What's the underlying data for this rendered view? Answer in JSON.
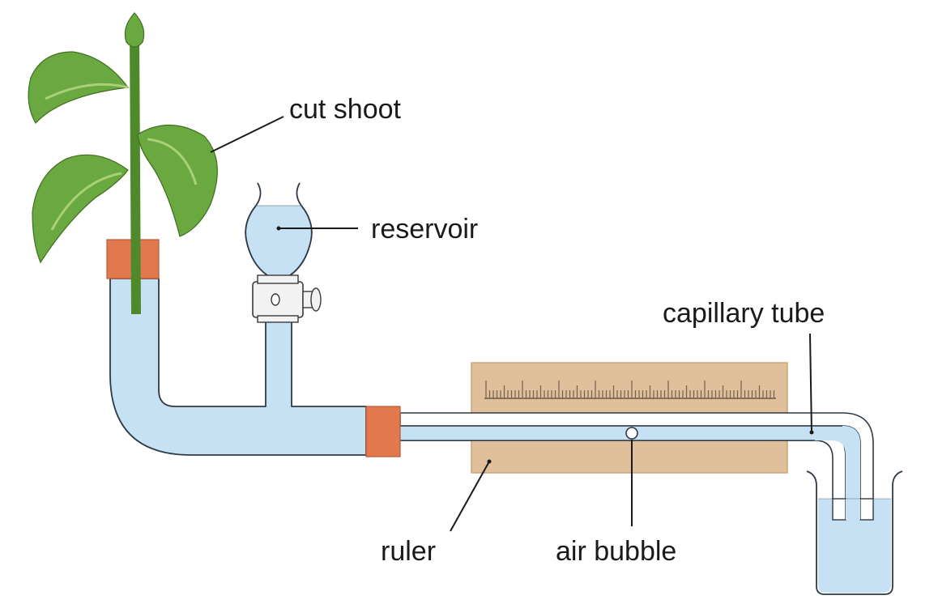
{
  "labels": {
    "cut_shoot": "cut shoot",
    "reservoir": "reservoir",
    "capillary_tube": "capillary tube",
    "ruler": "ruler",
    "air_bubble": "air bubble"
  },
  "colors": {
    "water": "#c5e1f3",
    "outline": "#2f3a46",
    "bung": "#e2794e",
    "ruler": "#e0c09b",
    "leaf": "#6aa840",
    "stem": "#4e8a2c",
    "clip": "#f2f2f2"
  },
  "icons": [
    "potometer-diagram",
    "plant-shoot",
    "reservoir-flask",
    "screw-clip",
    "ruler",
    "beaker"
  ]
}
